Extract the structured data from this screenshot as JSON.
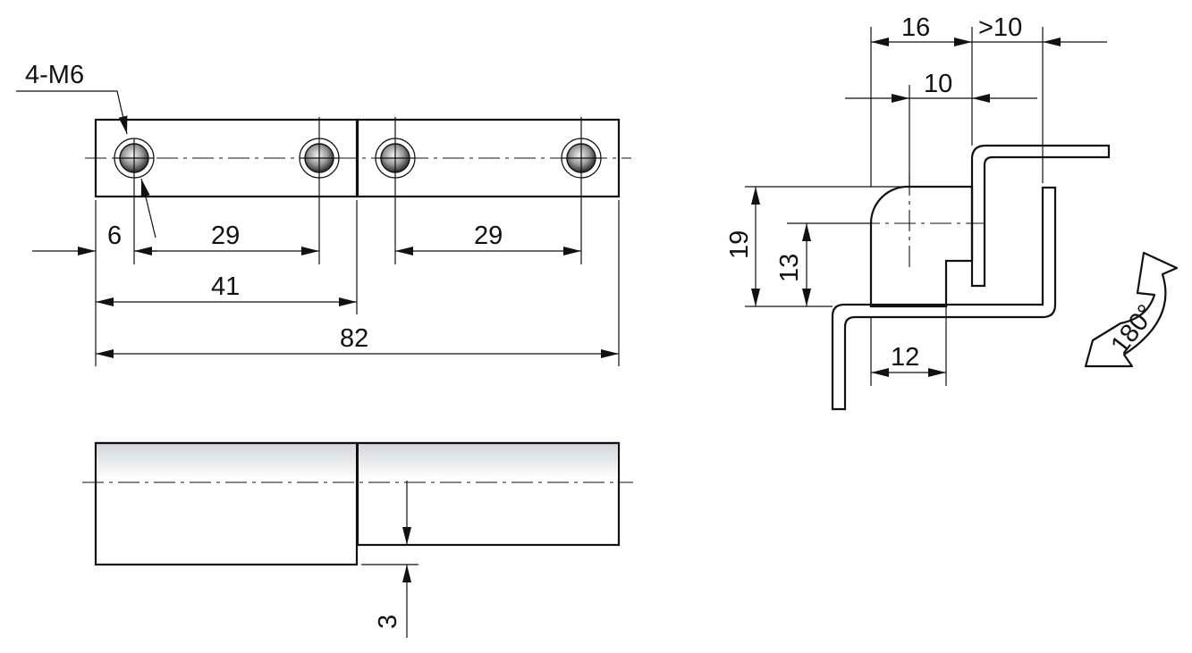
{
  "drawing": {
    "labels": {
      "thread_callout": "4-M6",
      "dim_edge_to_hole": "6",
      "dim_hole_pitch_left": "29",
      "dim_hole_pitch_right": "29",
      "dim_leaf_length": "41",
      "dim_total_length": "82",
      "dim_offset": "3",
      "dim_width_16": "16",
      "dim_clearance": ">10",
      "dim_width_10": "10",
      "dim_height_19": "19",
      "dim_height_13": "13",
      "dim_width_12": "12",
      "rotation": "180°"
    },
    "colors": {
      "line": "#111111",
      "part_fill": "#eef0f4",
      "background": "#ffffff"
    }
  }
}
